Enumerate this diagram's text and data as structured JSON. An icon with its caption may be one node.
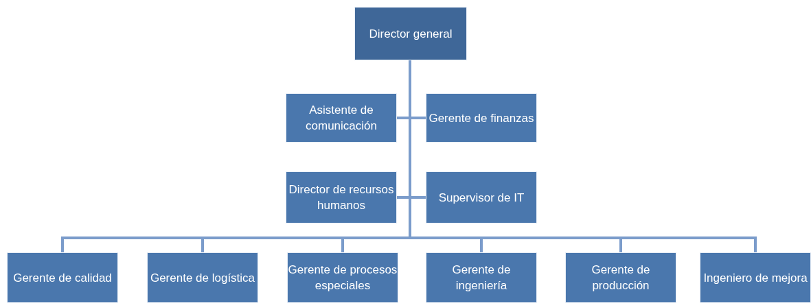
{
  "diagram": {
    "nodes": [
      {
        "text": [
          "Director general"
        ]
      },
      {
        "text": [
          "Asistente de comunicación"
        ]
      },
      {
        "text": [
          "Gerente de finanzas"
        ]
      },
      {
        "text": [
          "Director de recursos humanos"
        ]
      },
      {
        "text": [
          "Supervisor de IT"
        ]
      },
      {
        "text": [
          "Gerente de calidad"
        ]
      },
      {
        "text": [
          "Gerente de logística"
        ]
      },
      {
        "text": [
          "Gerente de procesos especiales"
        ]
      },
      {
        "text": [
          "Gerente de ingeniería"
        ]
      },
      {
        "text": [
          "Gerente de producción"
        ]
      },
      {
        "text": [
          "Ingeniero de mejora"
        ]
      }
    ],
    "edges": [
      {
        "from": 0,
        "to": 1,
        "arrow": "none"
      },
      {
        "from": 0,
        "to": 2,
        "arrow": "none"
      },
      {
        "from": 0,
        "to": 3,
        "arrow": "none"
      },
      {
        "from": 0,
        "to": 4,
        "arrow": "none"
      },
      {
        "from": 0,
        "to": 5,
        "arrow": "none"
      },
      {
        "from": 0,
        "to": 6,
        "arrow": "none"
      },
      {
        "from": 0,
        "to": 7,
        "arrow": "none"
      },
      {
        "from": 0,
        "to": 8,
        "arrow": "none"
      },
      {
        "from": 0,
        "to": 9,
        "arrow": "none"
      },
      {
        "from": 0,
        "to": 10,
        "arrow": "none"
      }
    ]
  }
}
